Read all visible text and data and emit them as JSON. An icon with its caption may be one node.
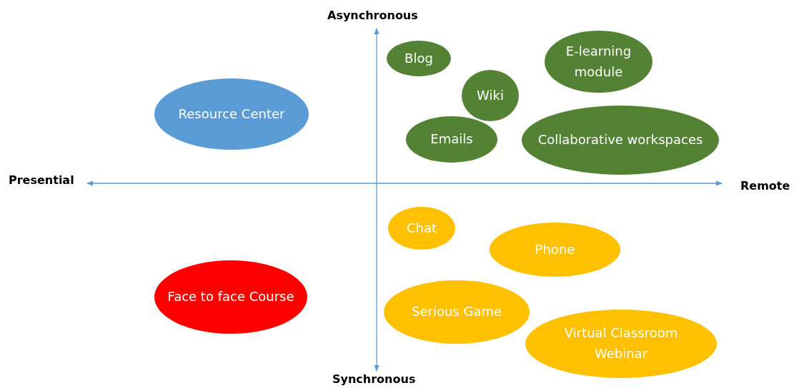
{
  "diagram": {
    "nodes": [
      {
        "text": [
          "Blog"
        ]
      },
      {
        "text": [
          "E-learning module"
        ]
      },
      {
        "text": [
          "Wiki"
        ]
      },
      {
        "text": [
          "Resource Center"
        ]
      },
      {
        "text": [
          "Collaborative workspaces"
        ]
      },
      {
        "text": [
          "Emails"
        ]
      },
      {
        "text": [
          "Chat"
        ]
      },
      {
        "text": [
          "Phone"
        ]
      },
      {
        "text": [
          "Face to face Course"
        ]
      },
      {
        "text": [
          "Serious Game"
        ]
      },
      {
        "text": [
          "Virtual Classroom Webinar"
        ]
      }
    ],
    "labels": [
      "Asynchronous",
      "Presential",
      "Remote",
      "Synchronous"
    ]
  }
}
